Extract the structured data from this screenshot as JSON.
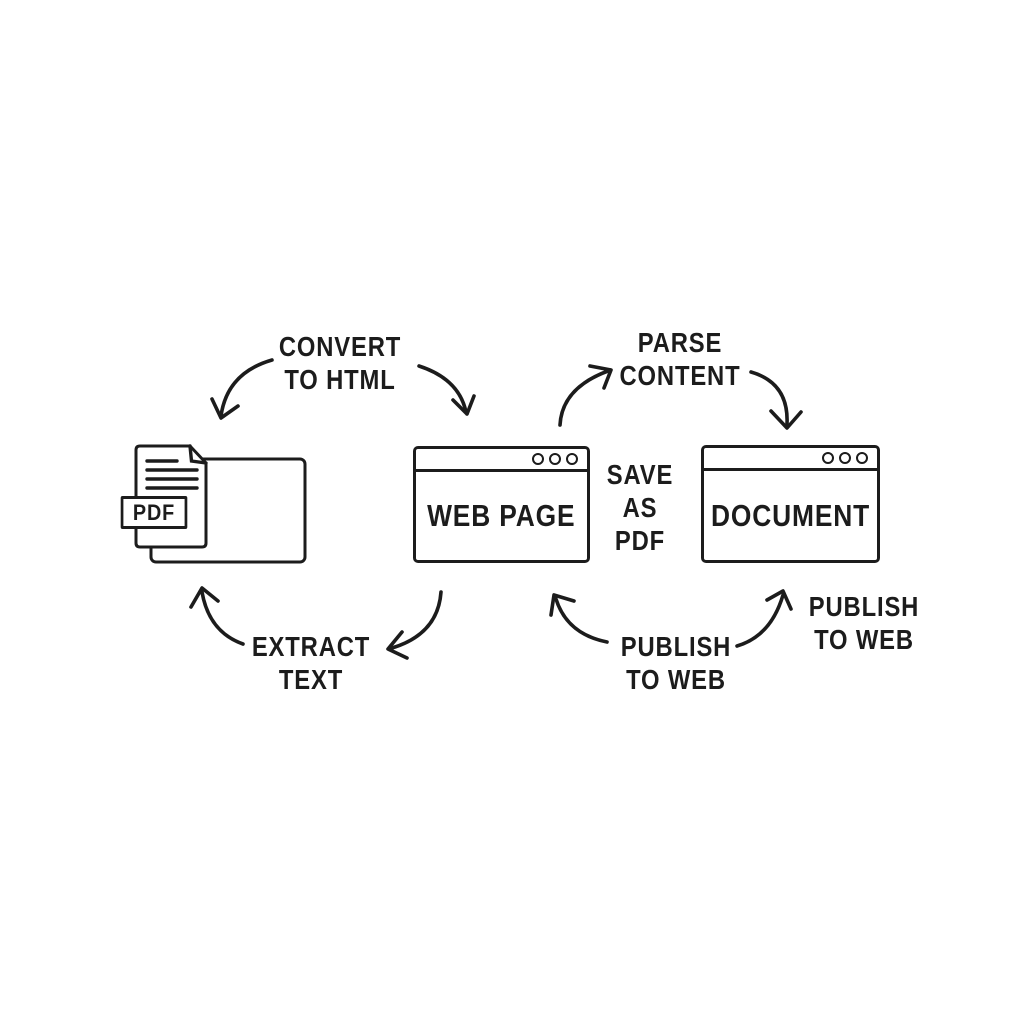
{
  "colors": {
    "background": "#ffffff",
    "ink": "#1c1c1c"
  },
  "nodes": {
    "pdf_file": {
      "badge": "PDF",
      "icon": "pdf-file-icon"
    },
    "web_page": {
      "title": "WEB PAGE",
      "icon": "browser-window-icon"
    },
    "document": {
      "title": "DOCUMENT",
      "icon": "browser-window-icon"
    }
  },
  "labels": {
    "convert_to_html": "CONVERT\nTO HTML",
    "parse_content": "PARSE\nCONTENT",
    "save_as_pdf": "SAVE\nAS\nPDF",
    "extract_text": "EXTRACT\nTEXT",
    "publish_to_web_center": "PUBLISH\nTO WEB",
    "publish_to_web_right": "PUBLISH\nTO WEB"
  },
  "edges": [
    {
      "label": "CONVERT TO HTML",
      "arrowheads_point_to": [
        "PDF",
        "WEB PAGE"
      ]
    },
    {
      "label": "PARSE CONTENT",
      "from": "WEB PAGE",
      "to": "DOCUMENT"
    },
    {
      "label": "SAVE AS PDF",
      "between": [
        "WEB PAGE",
        "DOCUMENT"
      ]
    },
    {
      "label": "EXTRACT TEXT",
      "from": "WEB PAGE",
      "to": "PDF"
    },
    {
      "label": "PUBLISH TO WEB",
      "arrowheads_point_to": [
        "WEB PAGE",
        "DOCUMENT"
      ]
    }
  ],
  "icons": {
    "window_dots": "window-control-dots",
    "arrow_style": "hand-drawn-curved-arrow"
  }
}
